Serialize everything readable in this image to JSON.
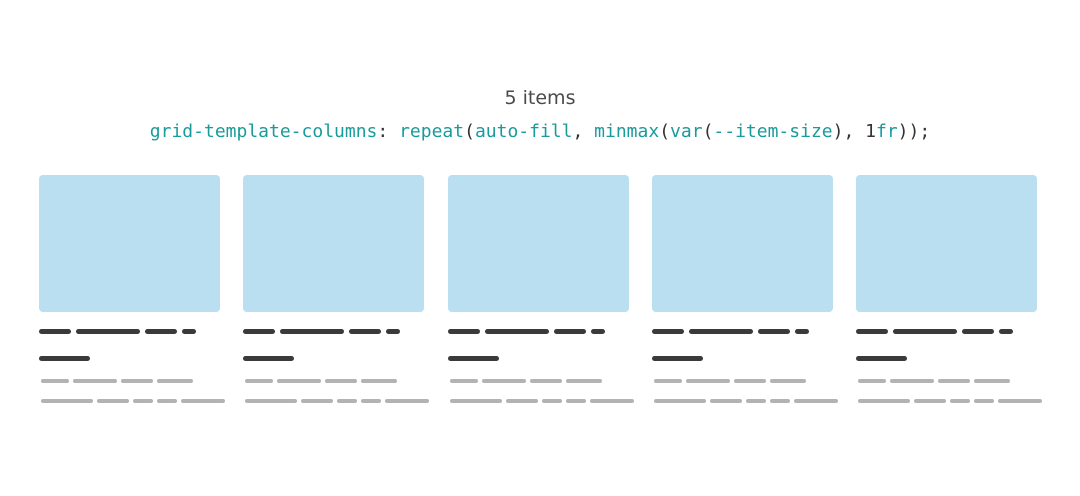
{
  "header": {
    "count_label": "5 items"
  },
  "code": {
    "tokens": [
      {
        "text": "grid-template-columns",
        "color": "#1a9b9b"
      },
      {
        "text": ": ",
        "color": "#333333"
      },
      {
        "text": "repeat",
        "color": "#1a9b9b"
      },
      {
        "text": "(",
        "color": "#333333"
      },
      {
        "text": "auto-fill",
        "color": "#1a9b9b"
      },
      {
        "text": ", ",
        "color": "#333333"
      },
      {
        "text": "minmax",
        "color": "#1a9b9b"
      },
      {
        "text": "(",
        "color": "#333333"
      },
      {
        "text": "var",
        "color": "#1a9b9b"
      },
      {
        "text": "(",
        "color": "#333333"
      },
      {
        "text": "--item-size",
        "color": "#1a9b9b"
      },
      {
        "text": "), ",
        "color": "#333333"
      },
      {
        "text": "1",
        "color": "#333333"
      },
      {
        "text": "fr",
        "color": "#1a9b9b"
      },
      {
        "text": "));",
        "color": "#333333"
      }
    ]
  },
  "grid": {
    "item_count": 5,
    "image_color": "#b9dff1",
    "text_line_color": "#3a3a3a",
    "meta_line_color": "#b3b3b3"
  }
}
